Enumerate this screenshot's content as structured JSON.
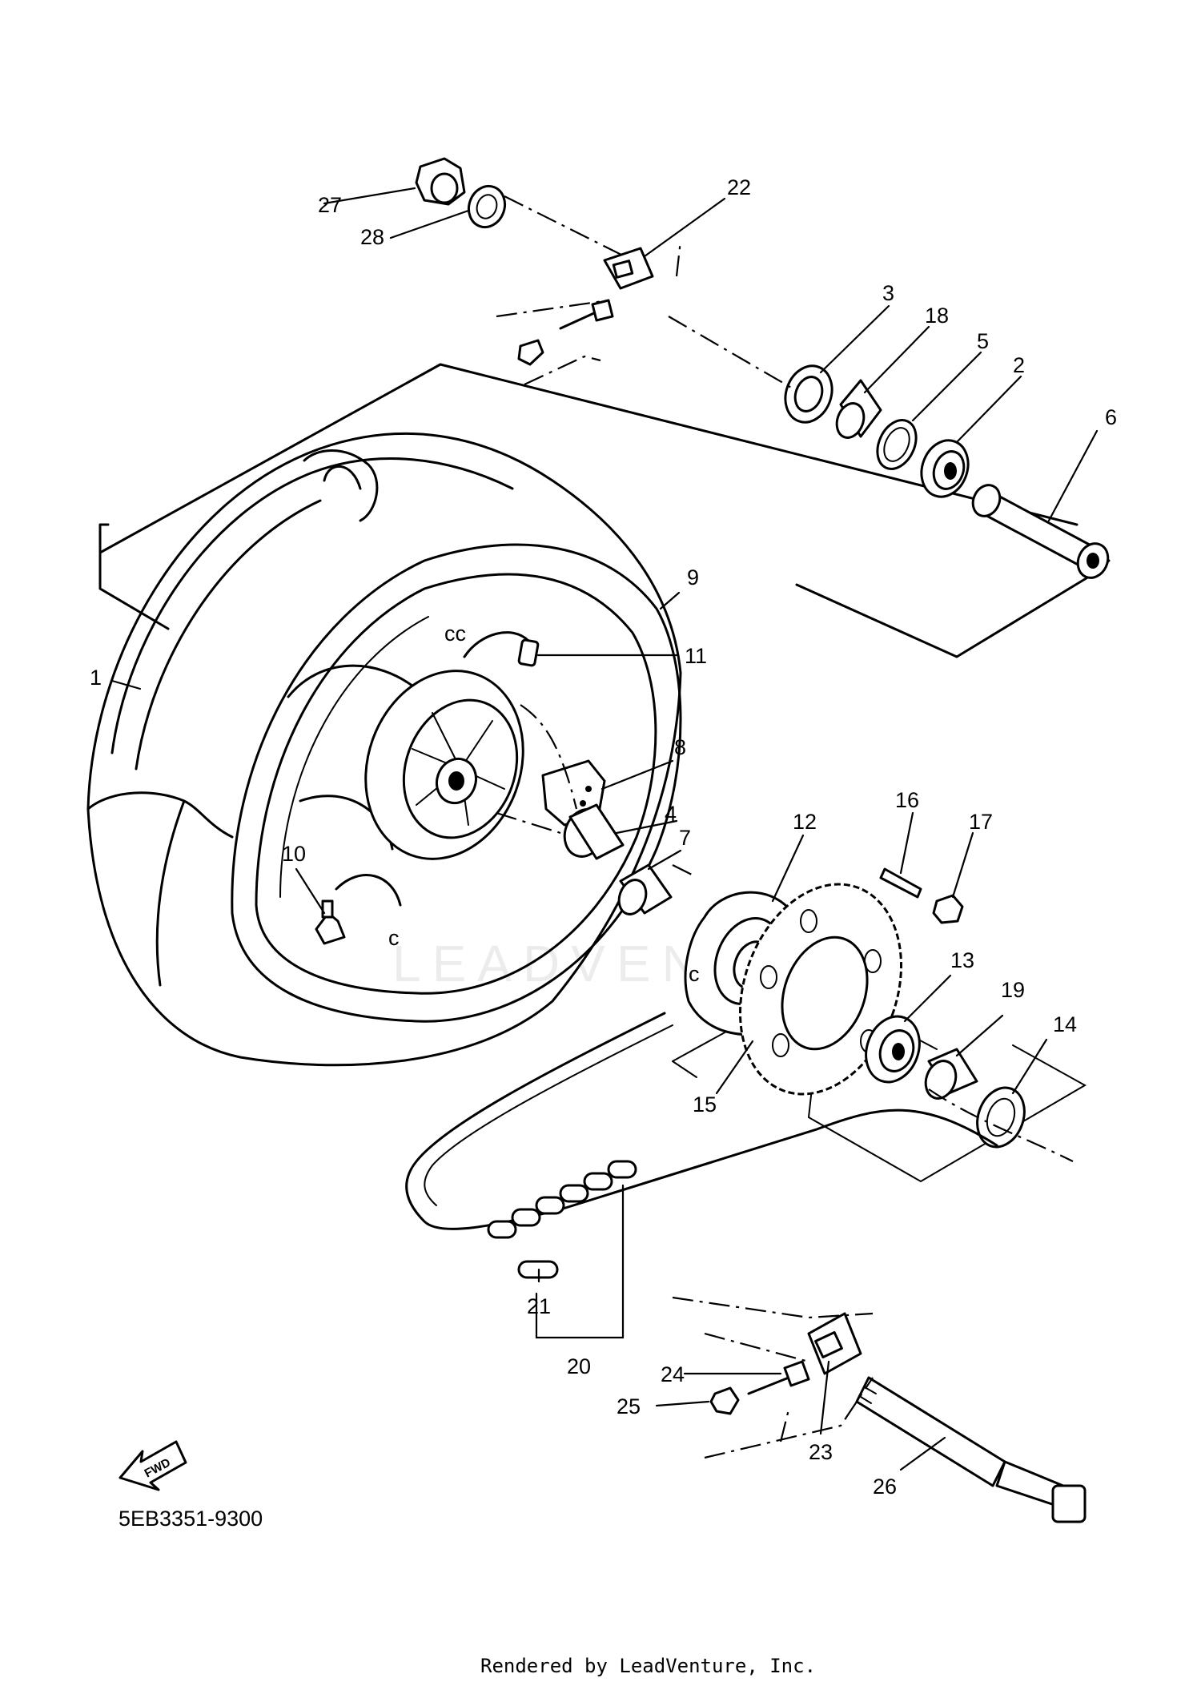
{
  "diagram_code": "5EB3351-9300",
  "footer": "Rendered by LeadVenture, Inc.",
  "watermark": "LEADVENTURE",
  "direction_label": "FWD",
  "callouts": [
    "1",
    "2",
    "3",
    "4",
    "5",
    "6",
    "7",
    "8",
    "9",
    "10",
    "11",
    "12",
    "13",
    "14",
    "15",
    "16",
    "17",
    "18",
    "19",
    "20",
    "21",
    "22",
    "23",
    "24",
    "25",
    "26",
    "27",
    "28"
  ],
  "colors": {
    "line": "#000000",
    "background": "#ffffff"
  }
}
